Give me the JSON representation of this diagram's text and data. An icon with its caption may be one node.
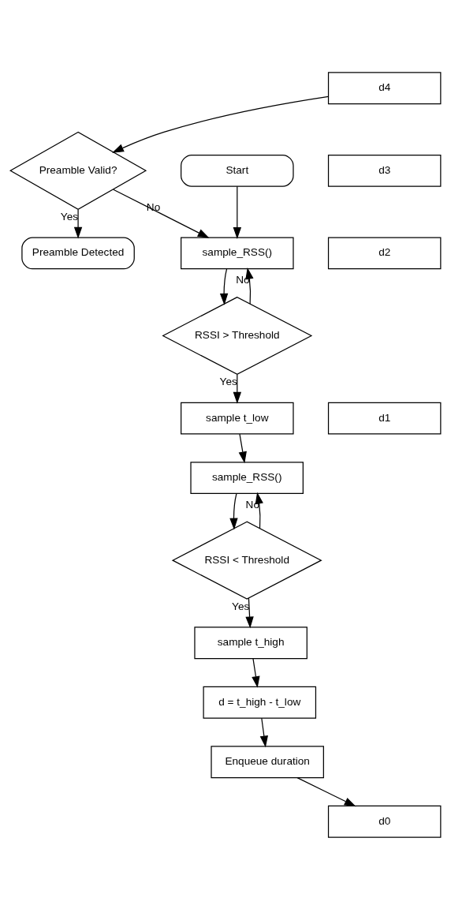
{
  "diagram": {
    "nodes": [
      {
        "text": [
          "Preamble Detected"
        ]
      },
      {
        "text": [
          "Preamble Valid?"
        ]
      },
      {
        "text": [
          "Start"
        ]
      },
      {
        "text": [
          "sample_RSS()"
        ]
      },
      {
        "text": [
          "RSSI > Threshold"
        ]
      },
      {
        "text": [
          "sample t_low"
        ]
      },
      {
        "text": [
          "sample_RSS()"
        ]
      },
      {
        "text": [
          "RSSI < Threshold"
        ]
      },
      {
        "text": [
          "sample t_high"
        ]
      },
      {
        "text": [
          "d = t_high - t_low"
        ]
      },
      {
        "text": [
          "Enqueue duration"
        ]
      },
      {
        "text": [
          "d4"
        ]
      },
      {
        "text": [
          "d3"
        ]
      },
      {
        "text": [
          "d2"
        ]
      },
      {
        "text": [
          "d1"
        ]
      },
      {
        "text": [
          "d0"
        ]
      }
    ],
    "edges": [
      {
        "from": 2,
        "to": 3,
        "arrow": "to"
      },
      {
        "from": 3,
        "to": 4,
        "arrow": "to"
      },
      {
        "from": 4,
        "to": 5,
        "arrow": "to",
        "label": "Yes"
      },
      {
        "from": 5,
        "to": 6,
        "arrow": "to"
      },
      {
        "from": 6,
        "to": 7,
        "arrow": "to"
      },
      {
        "from": 7,
        "to": 8,
        "arrow": "to",
        "label": "Yes"
      },
      {
        "from": 8,
        "to": 9,
        "arrow": "to"
      },
      {
        "from": 9,
        "to": 10,
        "arrow": "to"
      },
      {
        "from": 10,
        "to": 15,
        "arrow": "to"
      },
      {
        "from": 11,
        "to": 1,
        "arrow": "to"
      },
      {
        "from": 1,
        "to": 0,
        "arrow": "to",
        "label": "Yes"
      },
      {
        "from": 1,
        "to": 3,
        "arrow": "to",
        "label": "No"
      },
      {
        "from": 4,
        "to": 3,
        "arrow": "to",
        "label": "No"
      },
      {
        "from": 7,
        "to": 6,
        "arrow": "to",
        "label": "No"
      }
    ]
  }
}
